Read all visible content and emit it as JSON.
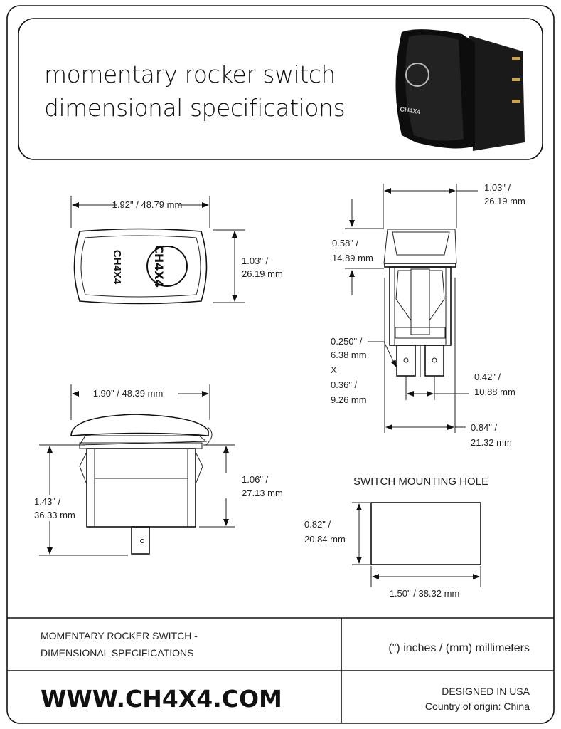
{
  "header": {
    "title_line1": "momentary rocker switch",
    "title_line2": "dimensional specifications",
    "product_label": "CH4X4",
    "logo_text": "CH4X4"
  },
  "top_view": {
    "width_label": "1.92\" / 48.79 mm",
    "height_label_1": "1.03\" /",
    "height_label_2": "26.19 mm",
    "face_text": "CH4X4"
  },
  "side_view": {
    "width_label": "1.90\" / 48.39 mm",
    "total_height_1": "1.43\" /",
    "total_height_2": "36.33 mm",
    "body_height_1": "1.06\" /",
    "body_height_2": "27.13 mm"
  },
  "front_view": {
    "width_1": "1.03\" /",
    "width_2": "26.19 mm",
    "cap_height_1": "0.58\" /",
    "cap_height_2": "14.89 mm",
    "terminal_1": "0.250\" /",
    "terminal_2": "6.38 mm",
    "terminal_x": "X",
    "terminal_3": "0.36\" /",
    "terminal_4": "9.26 mm",
    "spacing_1": "0.42\" /",
    "spacing_2": "10.88 mm",
    "body_width_1": "0.84\" /",
    "body_width_2": "21.32 mm"
  },
  "mounting_hole": {
    "title": "SWITCH MOUNTING HOLE",
    "height_1": "0.82\" /",
    "height_2": "20.84 mm",
    "width_label": "1.50\" / 38.32 mm"
  },
  "footer": {
    "description_1": "MOMENTARY ROCKER SWITCH -",
    "description_2": "DIMENSIONAL SPECIFICATIONS",
    "units": "(\") inches / (mm) millimeters",
    "website": "WWW.CH4X4.COM",
    "designed": "DESIGNED IN USA",
    "origin": "Country of origin: China"
  }
}
